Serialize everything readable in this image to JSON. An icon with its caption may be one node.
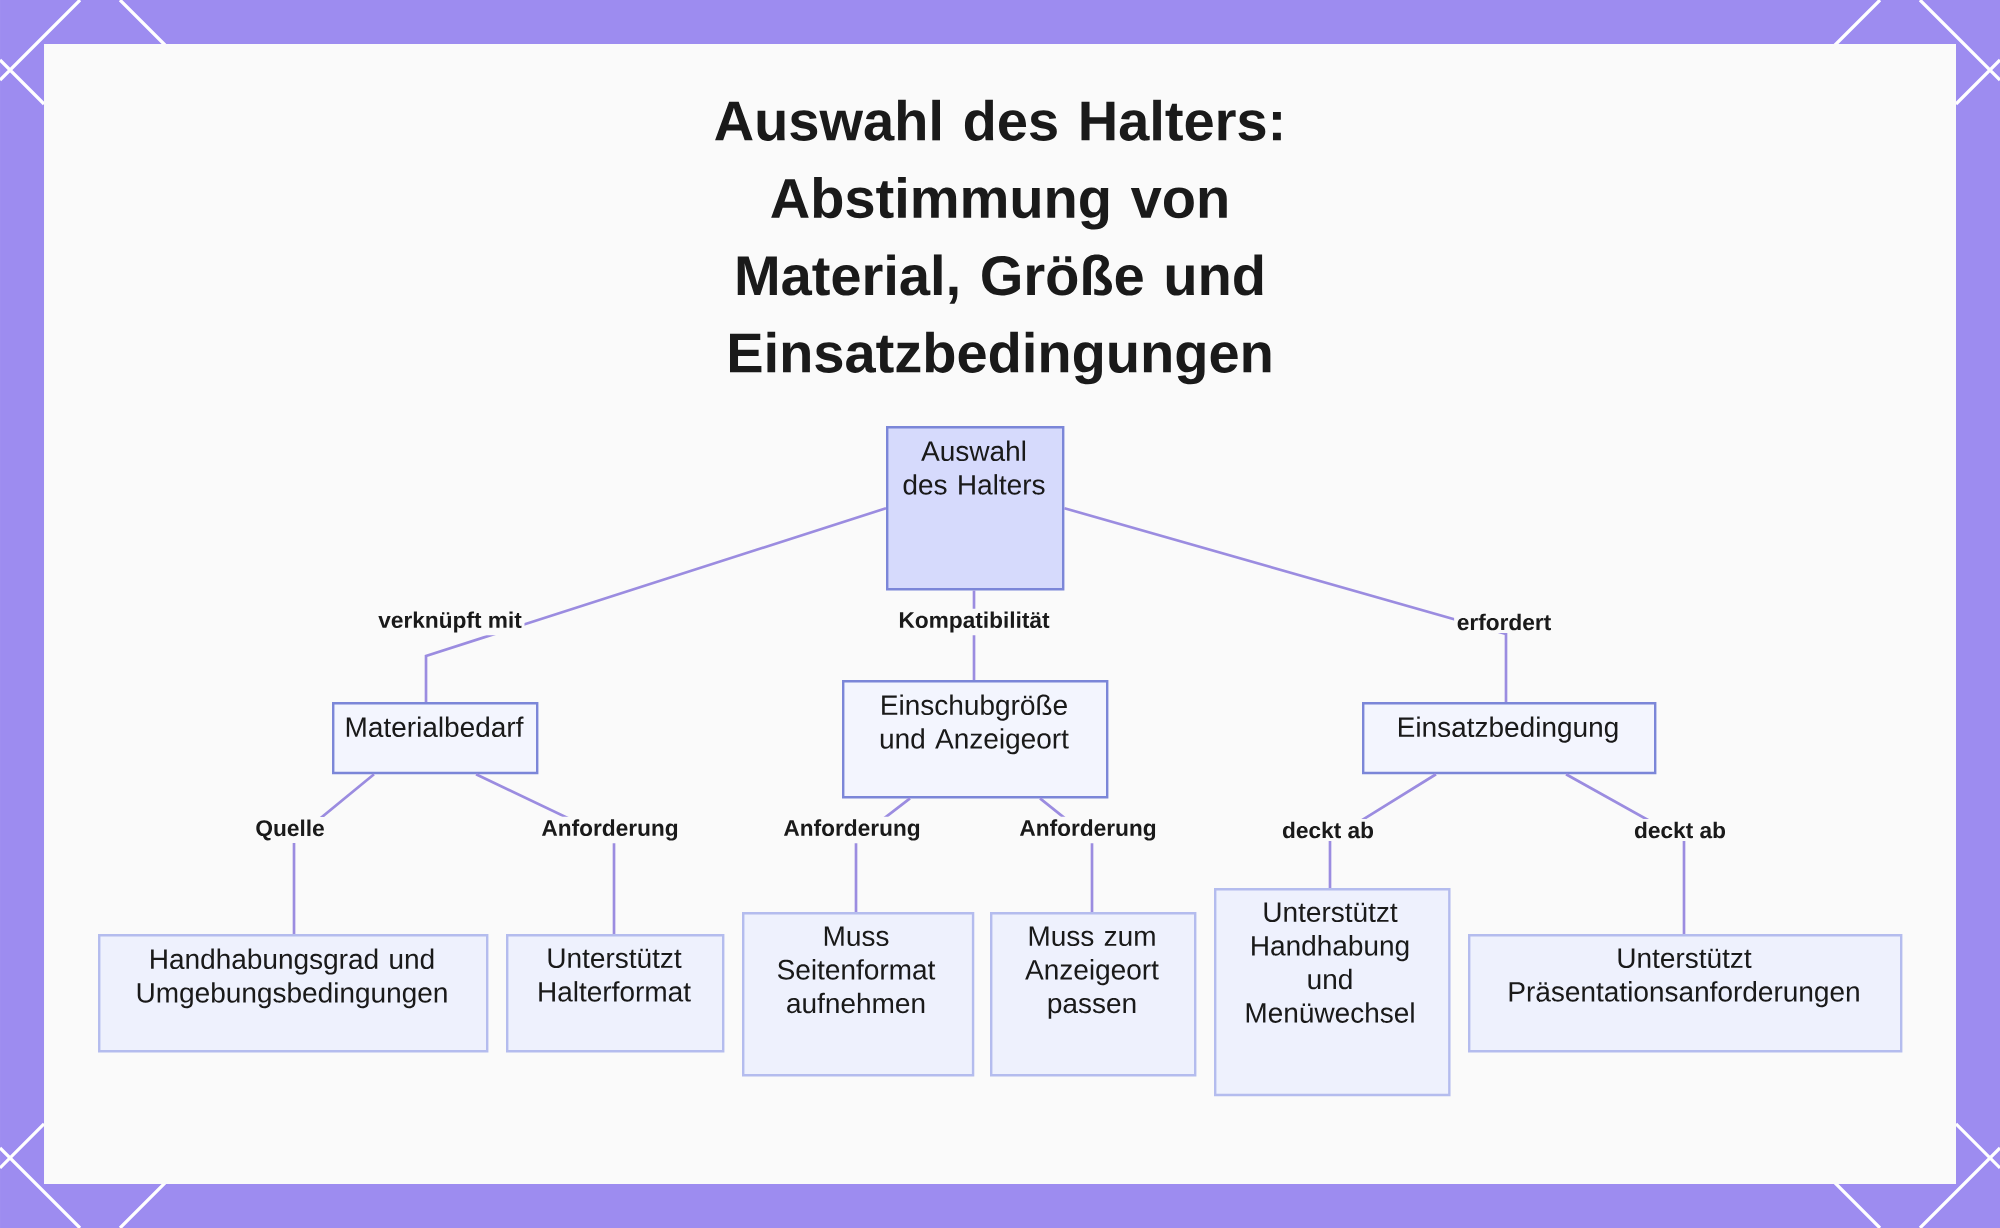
{
  "diagram": {
    "title": "Auswahl des Halters: Abstimmung von Material, Größe und Einsatzbedingungen",
    "nodes": [
      {
        "text": [
          "Auswahl des Halters"
        ]
      },
      {
        "text": [
          "Materialbedarf"
        ]
      },
      {
        "text": [
          "Einschubgröße und Anzeigeort"
        ]
      },
      {
        "text": [
          "Einsatzbedingung"
        ]
      },
      {
        "text": [
          "Handhabungsgrad und Umgebungsbedingungen"
        ]
      },
      {
        "text": [
          "Unterstützt Halterformat"
        ]
      },
      {
        "text": [
          "Muss Seitenformat aufnehmen"
        ]
      },
      {
        "text": [
          "Muss zum Anzeigeort passen"
        ]
      },
      {
        "text": [
          "Unterstützt Handhabung und Menüwechsel"
        ]
      },
      {
        "text": [
          "Unterstützt Präsentationsanforderungen"
        ]
      }
    ],
    "edges": [
      {
        "from": 0,
        "to": 1,
        "arrow": "none",
        "label": "verknüpft mit"
      },
      {
        "from": 0,
        "to": 2,
        "arrow": "none",
        "label": "Kompatibilität"
      },
      {
        "from": 0,
        "to": 3,
        "arrow": "none",
        "label": "erfordert"
      },
      {
        "from": 1,
        "to": 4,
        "arrow": "none",
        "label": "Quelle"
      },
      {
        "from": 1,
        "to": 5,
        "arrow": "none",
        "label": "Anforderung"
      },
      {
        "from": 2,
        "to": 6,
        "arrow": "none",
        "label": "Anforderung"
      },
      {
        "from": 2,
        "to": 7,
        "arrow": "none",
        "label": "Anforderung"
      },
      {
        "from": 3,
        "to": 8,
        "arrow": "none",
        "label": "deckt ab"
      },
      {
        "from": 3,
        "to": 9,
        "arrow": "none",
        "label": "deckt ab"
      }
    ]
  }
}
